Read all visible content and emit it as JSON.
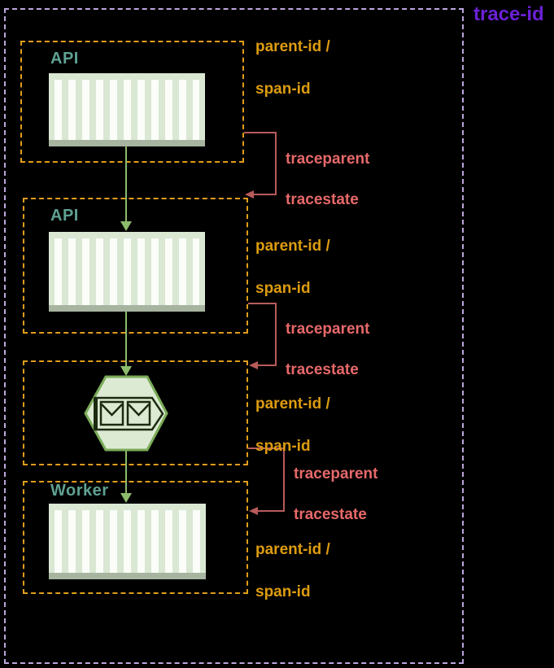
{
  "diagram": {
    "trace_label": "trace-id",
    "services": [
      {
        "label": "API"
      },
      {
        "label": "API"
      },
      {
        "label": "Worker"
      }
    ],
    "span_annotation": {
      "line1": "parent-id /",
      "line2": "span-id"
    },
    "header_annotation": {
      "line1": "traceparent",
      "line2": "tracestate"
    }
  },
  "icons": {
    "queue": "message-queue-icon",
    "service": "container-icon",
    "flow": "down-arrow-icon",
    "propagation": "left-arrow-icon"
  },
  "colors": {
    "background": "#000000",
    "trace_border": "#bca6dd",
    "trace_text": "#6b21d6",
    "span_box_border": "#e09d1a",
    "span_text": "#dd9c10",
    "service_label": "#5fa193",
    "container_body": "#d9e7d3",
    "container_stripe": "#fbfdf9",
    "container_base": "#a7b4a0",
    "flow_arrow": "#8cbb6c",
    "queue_fill": "#dcead3",
    "queue_border": "#7aab58",
    "queue_icon_line": "#1c2a10",
    "header_line": "#b85b5b",
    "header_text": "#e7696a"
  }
}
